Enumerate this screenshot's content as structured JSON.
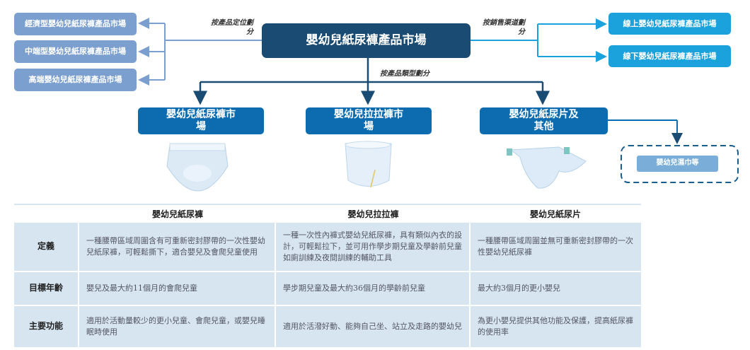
{
  "title": "嬰幼兒紙尿褲產品市場",
  "segment_labels": {
    "positioning": "按產品定位劃分",
    "channel": "按銷售渠道劃分",
    "type": "按產品類型劃分"
  },
  "positioning_markets": [
    "經濟型嬰幼兒紙尿褲產品市場",
    "中端型嬰幼兒紙尿褲產品市場",
    "高端嬰幼兒紙尿褲產品市場"
  ],
  "channel_markets": [
    "線上嬰幼兒紙尿褲產品市場",
    "線下嬰幼兒紙尿褲產品市場"
  ],
  "type_markets": [
    "嬰幼兒紙尿褲市場",
    "嬰幼兒拉拉褲市場",
    "嬰幼兒紙尿片及其他"
  ],
  "others": "嬰幼兒濕巾等",
  "colors": {
    "main": "#1a4b72",
    "type": "#0d6cb0",
    "channel": "#1ba2dc",
    "positioning": "#7b9fcf"
  },
  "table": {
    "headers": [
      "嬰幼兒紙尿褲",
      "嬰幼兒拉拉褲",
      "嬰幼兒紙尿片"
    ],
    "rows": [
      {
        "label": "定義",
        "cells": [
          "一種腰帶區域周圍含有可重新密封膠帶的一次性嬰幼兒紙尿褲，可輕鬆撕下，適合嬰兒及會爬兒童使用",
          "一種一次性內褲式嬰幼兒紙尿褲，具有類似內衣的設計，可輕鬆拉下，並可用作學步期兒童及學齡前兒童如廁訓練及夜間訓練的輔助工具",
          "一種腰帶區域周圍並無可重新密封膠帶的一次性嬰幼兒紙尿褲"
        ]
      },
      {
        "label": "目標年齡",
        "cells": [
          "嬰兒及最大約11個月的會爬兒童",
          "學步期兒童及最大約36個月的學齡前兒童",
          "最大約3個月的更小嬰兒"
        ]
      },
      {
        "label": "主要功能",
        "cells": [
          "適用於活動量較少的更小兒童、會爬兒童，或嬰兒睡眠時使用",
          "適用於活潑好動、能夠自己坐、站立及走路的嬰幼兒",
          "為更小嬰兒提供其他功能及保護，提高紙尿褲的使用率"
        ]
      }
    ]
  }
}
